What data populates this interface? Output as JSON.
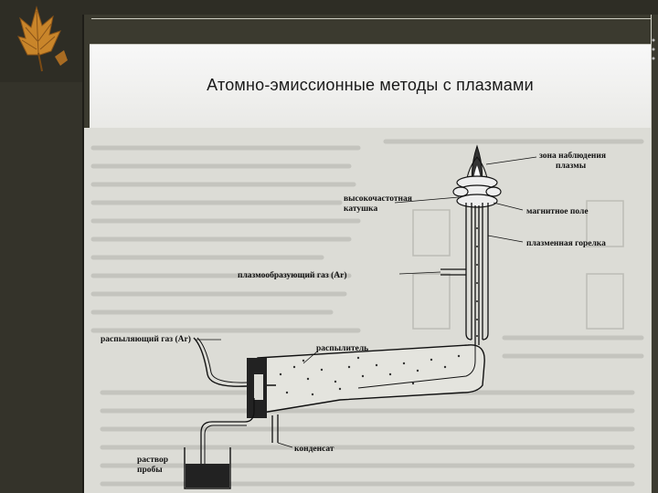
{
  "slide": {
    "title": "Атомно-эмиссионные методы с плазмами"
  },
  "diagram": {
    "labels": {
      "observation_zone": "зона наблюдения\nплазмы",
      "hf_coil": "высокочастотная\nкатушка",
      "magnetic_field": "магнитное поле",
      "plasma_torch": "плазменная горелка",
      "plasma_gas": "плазмообразующий газ (Ar)",
      "nebulizer_gas": "распыляющий газ (Ar)",
      "nebulizer": "распылитель",
      "condensate": "конденсат",
      "sample_solution": "раствор\nпробы"
    }
  },
  "colors": {
    "background": "#3b3a2f",
    "title_bar": "#f4f4f2",
    "scan_paper": "#dcdcd6",
    "ink": "#111111"
  }
}
